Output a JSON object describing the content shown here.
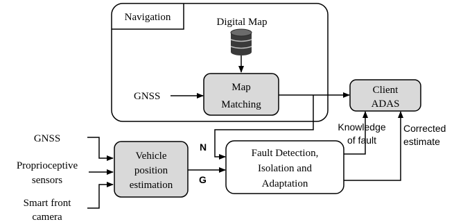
{
  "navigation": {
    "title": "Navigation",
    "digital_map": "Digital Map",
    "gnss": "GNSS",
    "map_matching": [
      "Map",
      "Matching"
    ]
  },
  "client": [
    "Client",
    "ADAS"
  ],
  "inputs": {
    "gnss": "GNSS",
    "proprioceptive": [
      "Proprioceptive",
      "sensors"
    ],
    "camera": [
      "Smart front",
      "camera"
    ]
  },
  "vehicle_position": [
    "Vehicle",
    "position",
    "estimation"
  ],
  "fdia": [
    "Fault Detection,",
    "Isolation and",
    "Adaptation"
  ],
  "labels": {
    "n": "N",
    "g": "G",
    "knowledge": [
      "Knowledge",
      "of fault"
    ],
    "corrected": [
      "Corrected",
      "estimate"
    ]
  }
}
